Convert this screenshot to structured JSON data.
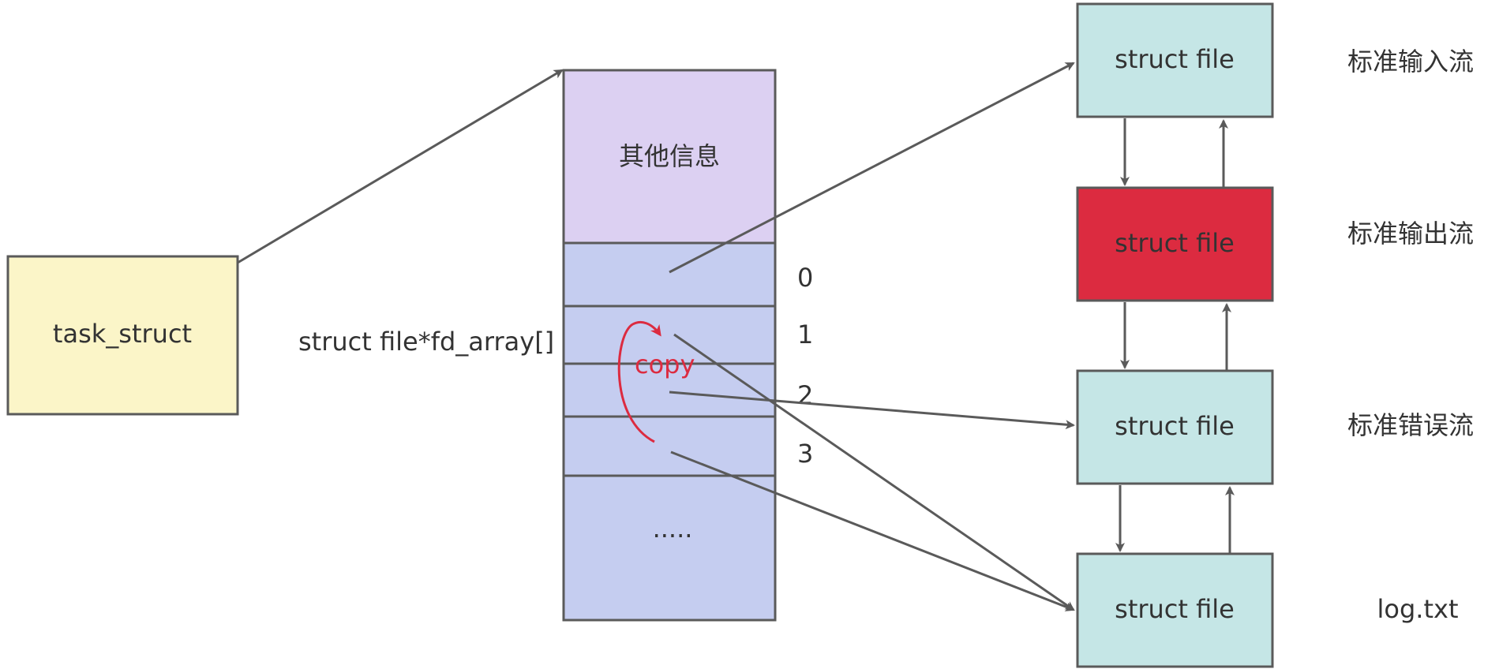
{
  "colors": {
    "task_struct_fill": "#fbf5c8",
    "other_info_fill": "#dcd0f2",
    "fd_array_fill": "#c5cdf0",
    "file_fill": "#c5e6e6",
    "file_highlight_fill": "#dc2b40",
    "stroke": "#5a5a5a",
    "copy_color": "#dc2b40"
  },
  "task_struct": {
    "label": "task_struct"
  },
  "fd_array": {
    "name": "struct file*fd_array[]",
    "header": "其他信息",
    "ellipsis": ".....",
    "indices": [
      "0",
      "1",
      "2",
      "3"
    ]
  },
  "copy_label": "copy",
  "files": [
    {
      "label": "struct file",
      "name": "标准输入流",
      "highlighted": false
    },
    {
      "label": "struct file",
      "name": "标准输出流",
      "highlighted": true
    },
    {
      "label": "struct file",
      "name": "标准错误流",
      "highlighted": false
    },
    {
      "label": "struct file",
      "name": "log.txt",
      "highlighted": false
    }
  ]
}
